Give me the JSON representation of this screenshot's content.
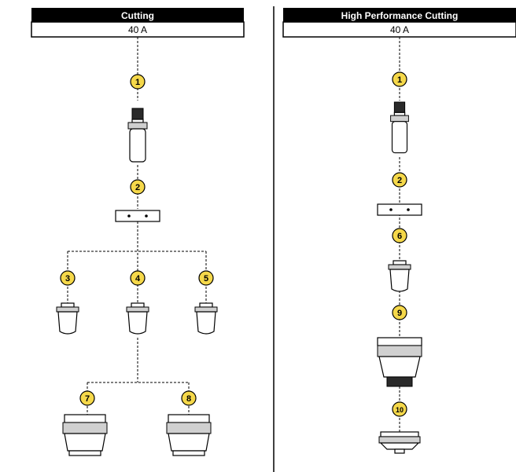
{
  "left_panel": {
    "title": "Cutting",
    "current": "40 A",
    "items": [
      "1",
      "2",
      "3",
      "4",
      "5",
      "7",
      "8"
    ]
  },
  "right_panel": {
    "title": "High Performance Cutting",
    "current": "40 A",
    "items": [
      "1",
      "2",
      "6",
      "9",
      "10"
    ]
  },
  "colors": {
    "badge_fill": "#f5d84a",
    "header_bg": "#000000"
  }
}
